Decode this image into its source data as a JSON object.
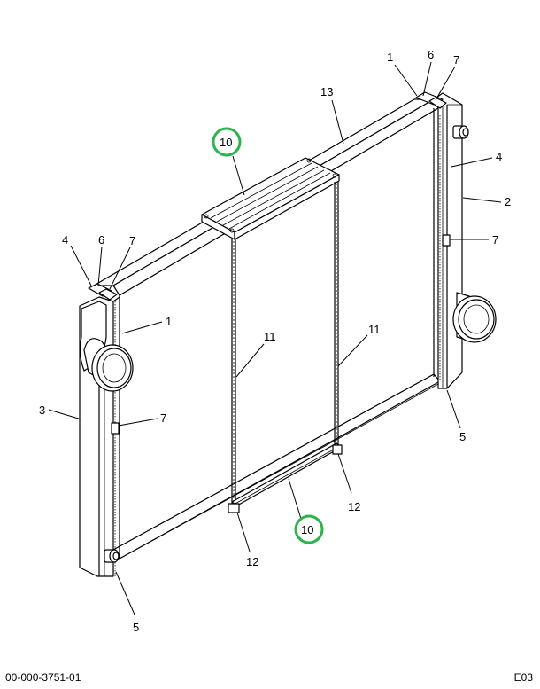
{
  "callouts": {
    "c1_top": "1",
    "c6_top": "6",
    "c7_top": "7",
    "c13": "13",
    "c10_top": "10",
    "c4_right": "4",
    "c2": "2",
    "c7_right": "7",
    "c4_left": "4",
    "c6_left": "6",
    "c7_left_top": "7",
    "c1_left": "1",
    "c11_left": "11",
    "c11_right": "11",
    "c3": "3",
    "c7_left": "7",
    "c5_right": "5",
    "c12_right": "12",
    "c10_bottom": "10",
    "c12_left": "12",
    "c5_left": "5"
  },
  "highlight_color": "#2db34a",
  "footer": {
    "doc_number": "00-000-3751-01",
    "sheet_code": "E03"
  }
}
